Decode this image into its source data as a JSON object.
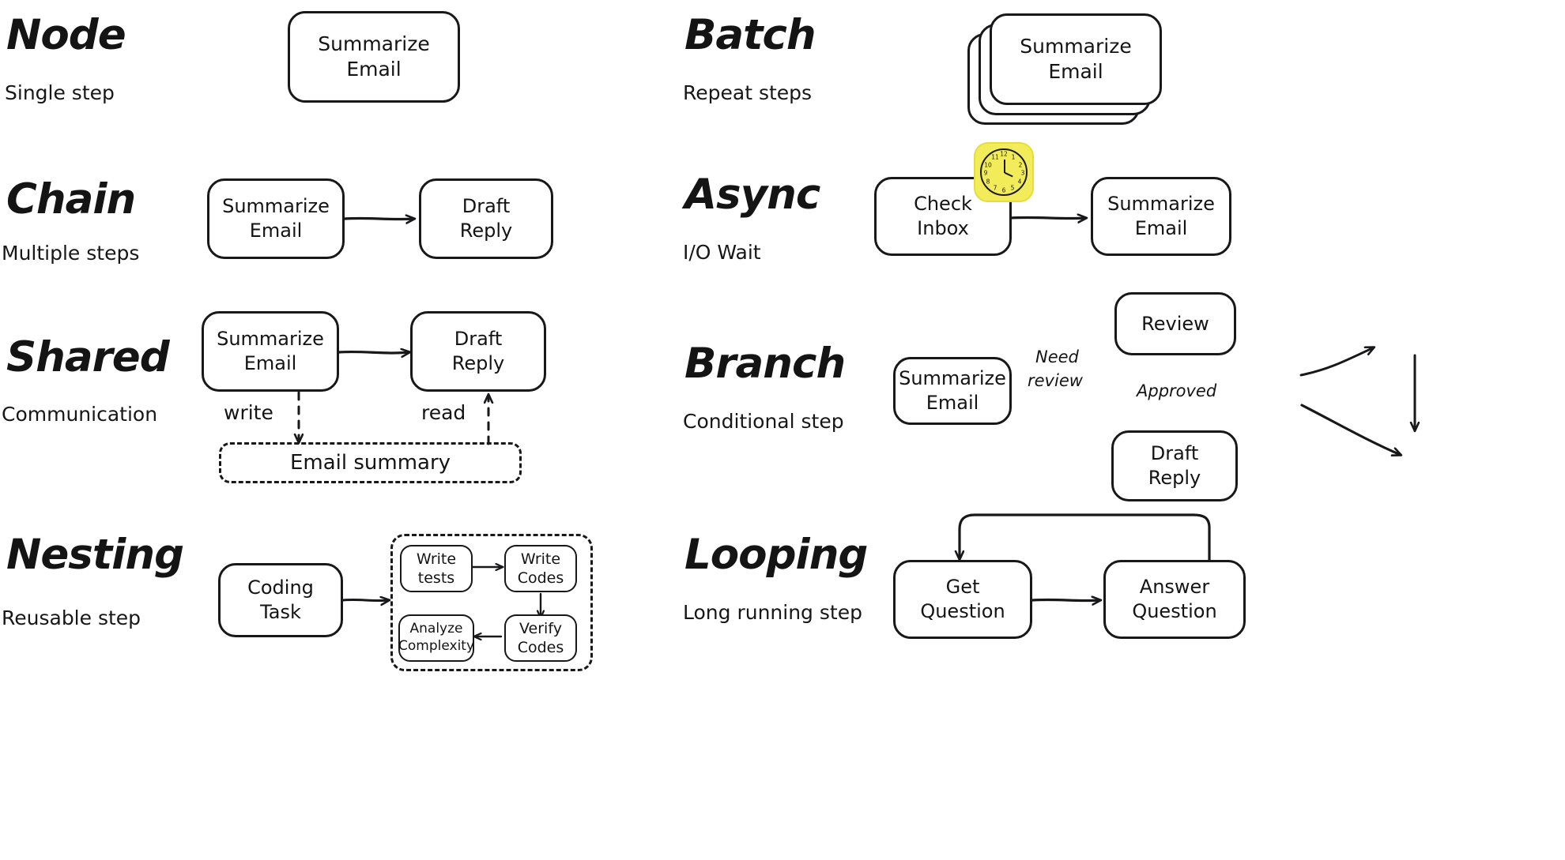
{
  "title_note": "Agentic workflow building blocks — hand-drawn diagram",
  "sections": [
    {
      "key": "node",
      "title": "Node",
      "subtitle": "Single step",
      "nodes": [
        {
          "label_line1": "Summarize",
          "label_line2": "Email"
        }
      ]
    },
    {
      "key": "batch",
      "title": "Batch",
      "subtitle": "Repeat steps",
      "nodes": [
        {
          "label_line1": "Summarize",
          "label_line2": "Email"
        }
      ],
      "stack_count": 3
    },
    {
      "key": "chain",
      "title": "Chain",
      "subtitle": "Multiple steps",
      "nodes": [
        {
          "label_line1": "Summarize",
          "label_line2": "Email"
        },
        {
          "label_line1": "Draft",
          "label_line2": "Reply"
        }
      ],
      "edges": [
        {
          "from": "Summarize Email",
          "to": "Draft Reply",
          "label": ""
        }
      ]
    },
    {
      "key": "async",
      "title": "Async",
      "subtitle": "I/O Wait",
      "nodes": [
        {
          "label_line1": "Check",
          "label_line2": "Inbox"
        },
        {
          "label_line1": "Summarize",
          "label_line2": "Email"
        }
      ],
      "badge": "clock-icon",
      "edges": [
        {
          "from": "Check Inbox",
          "to": "Summarize Email",
          "label": ""
        }
      ]
    },
    {
      "key": "shared",
      "title": "Shared",
      "subtitle": "Communication",
      "nodes": [
        {
          "label_line1": "Summarize",
          "label_line2": "Email"
        },
        {
          "label_line1": "Draft",
          "label_line2": "Reply"
        }
      ],
      "store": {
        "label": "Email summary"
      },
      "edges": [
        {
          "from": "Summarize Email",
          "to": "Draft Reply",
          "label": ""
        },
        {
          "from": "Summarize Email",
          "to": "Email summary",
          "label": "write"
        },
        {
          "from": "Email summary",
          "to": "Draft Reply",
          "label": "read"
        }
      ]
    },
    {
      "key": "branch",
      "title": "Branch",
      "subtitle": "Conditional step",
      "nodes": [
        {
          "label_line1": "Summarize",
          "label_line2": "Email"
        },
        {
          "label_line1": "Review",
          "label_line2": ""
        },
        {
          "label_line1": "Draft",
          "label_line2": "Reply"
        }
      ],
      "edges": [
        {
          "from": "Summarize Email",
          "to": "Review",
          "label_line1": "Need",
          "label_line2": "review"
        },
        {
          "from": "Review",
          "to": "Draft Reply",
          "label": "Approved"
        },
        {
          "from": "Summarize Email",
          "to": "Draft Reply",
          "label": ""
        }
      ]
    },
    {
      "key": "nesting",
      "title": "Nesting",
      "subtitle": "Reusable step",
      "nodes": [
        {
          "label_line1": "Coding",
          "label_line2": "Task"
        }
      ],
      "subflow": [
        {
          "label_line1": "Write",
          "label_line2": "tests"
        },
        {
          "label_line1": "Write",
          "label_line2": "Codes"
        },
        {
          "label_line1": "Verify",
          "label_line2": "Codes"
        },
        {
          "label_line1": "Analyze",
          "label_line2": "Complexity"
        }
      ]
    },
    {
      "key": "looping",
      "title": "Looping",
      "subtitle": "Long running step",
      "nodes": [
        {
          "label_line1": "Get",
          "label_line2": "Question"
        },
        {
          "label_line1": "Answer",
          "label_line2": "Question"
        }
      ],
      "edges": [
        {
          "from": "Get Question",
          "to": "Answer Question",
          "label": ""
        },
        {
          "from": "Answer Question",
          "to": "Get Question",
          "label": ""
        }
      ]
    }
  ],
  "clock": {
    "name": "clock-icon",
    "fill": "#f2ec5a",
    "digits": [
      "12",
      "1",
      "2",
      "3",
      "4",
      "5",
      "6",
      "7",
      "8",
      "9",
      "10",
      "11"
    ]
  },
  "colors": {
    "stroke": "#18181b",
    "text": "#141414",
    "background": "#ffffff",
    "accent_yellow": "#f2ec5a"
  }
}
